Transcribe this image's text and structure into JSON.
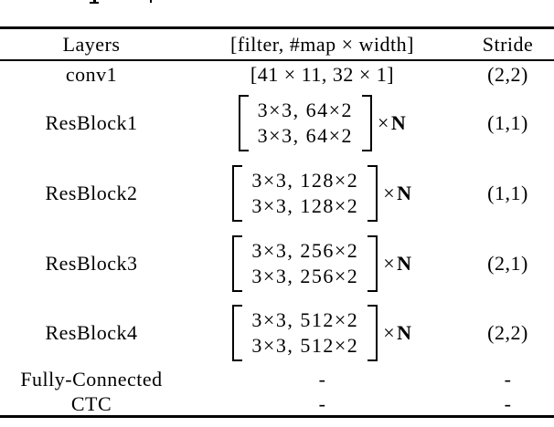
{
  "table": {
    "header": {
      "layers": "Layers",
      "filter": "[filter, #map × width]",
      "stride": "Stride"
    },
    "rows": [
      {
        "layer": "conv1",
        "filter": "[41 × 11, 32 × 1]",
        "stride": "(2,2)"
      },
      {
        "layer": "ResBlock1",
        "matrix": [
          "3×3, 64×2",
          "3×3, 64×2"
        ],
        "times": "×",
        "n": "N",
        "stride": "(1,1)"
      },
      {
        "layer": "ResBlock2",
        "matrix": [
          "3×3, 128×2",
          "3×3, 128×2"
        ],
        "times": "×",
        "n": "N",
        "stride": "(1,1)"
      },
      {
        "layer": "ResBlock3",
        "matrix": [
          "3×3, 256×2",
          "3×3, 256×2"
        ],
        "times": "×",
        "n": "N",
        "stride": "(2,1)"
      },
      {
        "layer": "ResBlock4",
        "matrix": [
          "3×3, 512×2",
          "3×3, 512×2"
        ],
        "times": "×",
        "n": "N",
        "stride": "(2,2)"
      },
      {
        "layer": "Fully-Connected",
        "filter": "-",
        "stride": "-"
      },
      {
        "layer": "CTC",
        "filter": "-",
        "stride": "-"
      }
    ],
    "colors": {
      "text": "#000000",
      "background": "#ffffff",
      "rule": "#000000"
    }
  }
}
